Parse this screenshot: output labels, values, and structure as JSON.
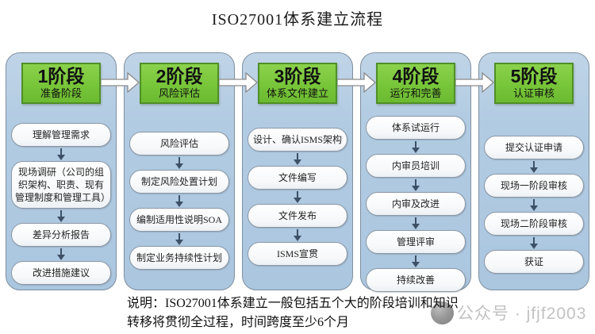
{
  "title": "ISO27001体系建立流程",
  "stages": [
    {
      "label": "1阶段",
      "sublabel": "准备阶段",
      "steps": [
        "理解管理需求",
        "现场调研（公司的组织架构、职责、现有管理制度和管理工具）",
        "差异分析报告",
        "改进措施建议"
      ]
    },
    {
      "label": "2阶段",
      "sublabel": "风险评估",
      "steps": [
        "风险评估",
        "制定风险处置计划",
        "编制适用性说明SOA",
        "制定业务持续性计划"
      ]
    },
    {
      "label": "3阶段",
      "sublabel": "体系文件建立",
      "steps": [
        "设计、确认ISMS架构",
        "文件编写",
        "文件发布",
        "ISMS宣贯"
      ]
    },
    {
      "label": "4阶段",
      "sublabel": "运行和完善",
      "steps": [
        "体系试运行",
        "内审员培训",
        "内审及改进",
        "管理评审",
        "持续改善"
      ]
    },
    {
      "label": "5阶段",
      "sublabel": "认证审核",
      "steps": [
        "提交认证申请",
        "现场一阶段审核",
        "现场二阶段审核",
        "获证"
      ]
    }
  ],
  "note": {
    "line1": "说明：ISO27001体系建立一般包括五个大的阶段培训和知识",
    "line2": "转移将贯彻全过程，时间跨度至少6个月"
  },
  "watermark": {
    "text": "公众号 · jfjf2003"
  },
  "colors": {
    "column_fill": "#b1cbe2",
    "column_border": "#7f8fa0",
    "stage_fill": "#76c438",
    "stage_border": "#4f8f27",
    "step_border": "#8a97a5",
    "connector": "#3d5166",
    "block_arrow_fill": "#ffffff",
    "block_arrow_stroke": "#8a8a8a"
  }
}
